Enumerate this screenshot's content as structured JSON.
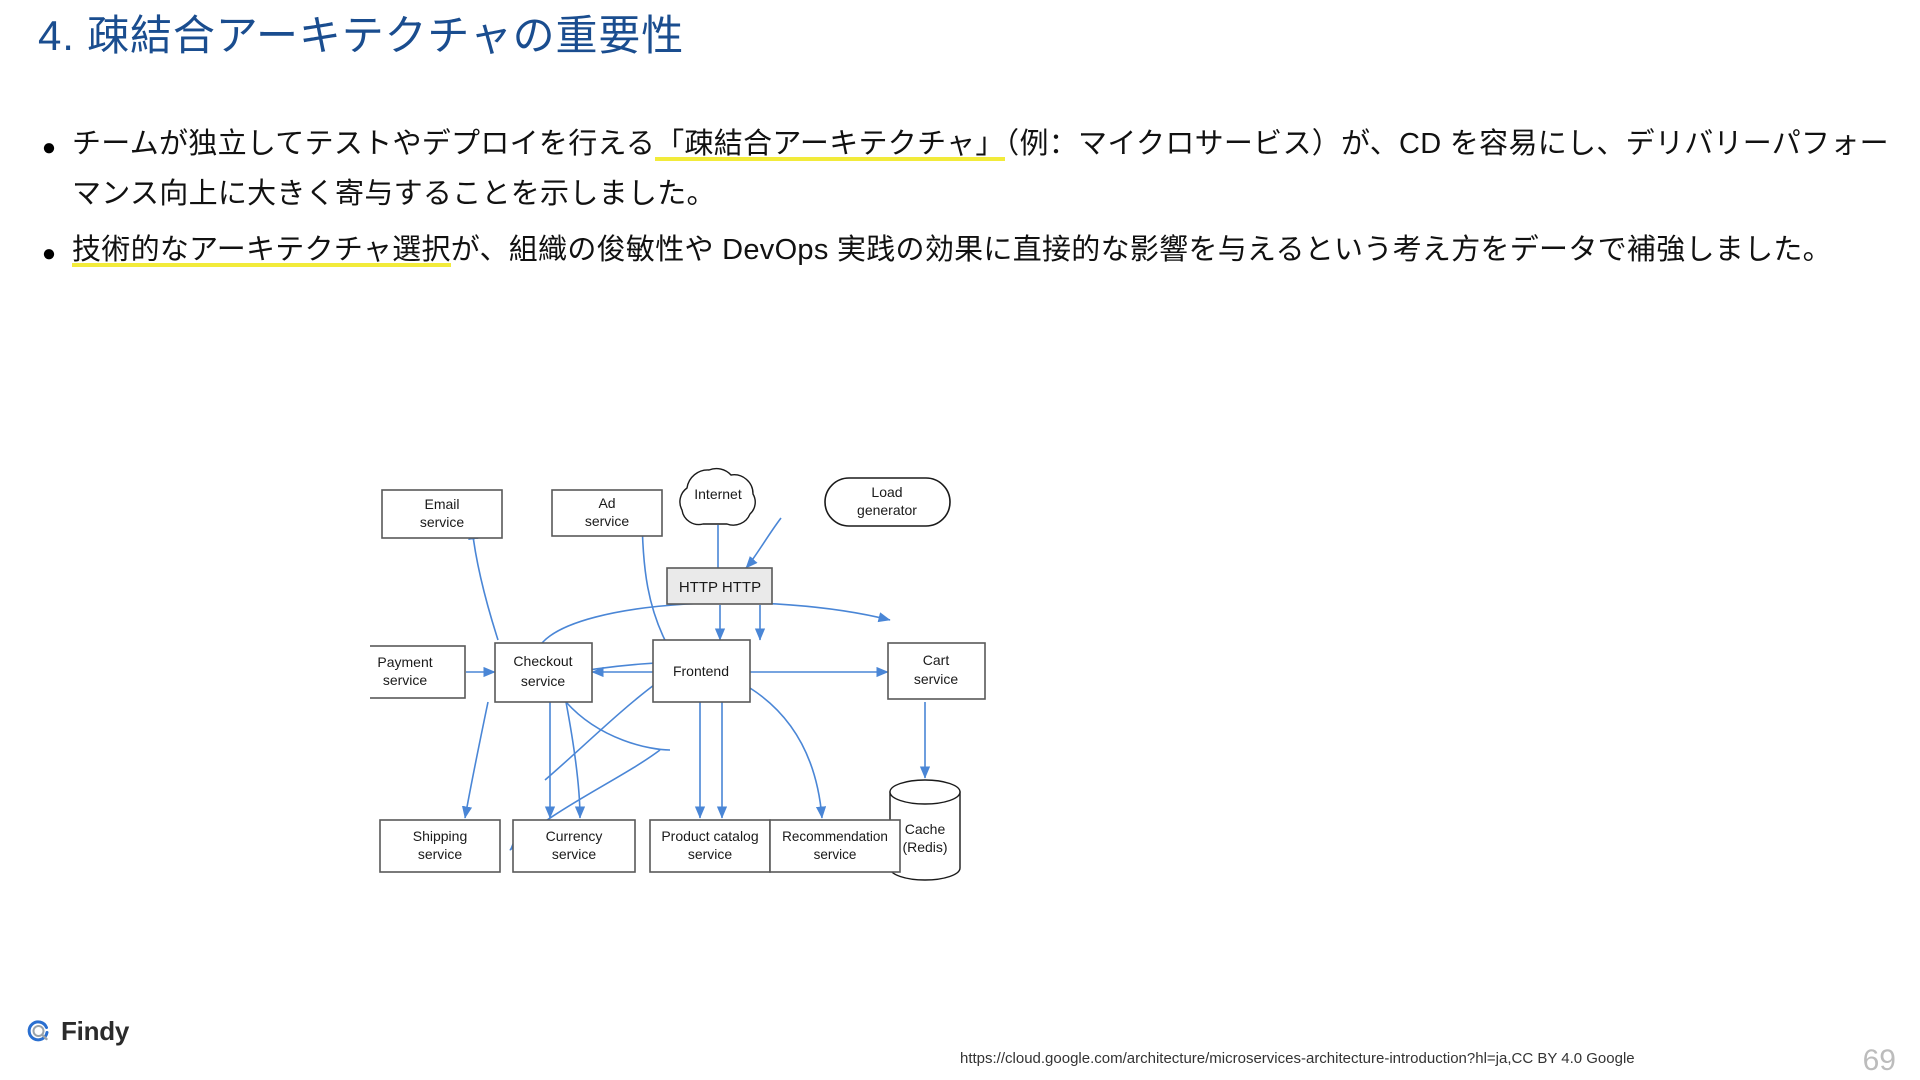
{
  "slide": {
    "title": "4. 疎結合アーキテクチャの重要性",
    "title_color": "#1a4d8f",
    "page_number": "69",
    "highlight_color": "#f2eb3a"
  },
  "bullets": [
    {
      "marker": "●",
      "segments": [
        {
          "text": "チームが独立してテストやデプロイを行える",
          "highlight": false
        },
        {
          "text": "「疎結合アーキテクチャ」",
          "highlight": true
        },
        {
          "text": "（例：マイクロサービス）が、CD を容易にし、デリバリーパフォーマンス向上に大きく寄与することを示しました。",
          "highlight": false
        }
      ]
    },
    {
      "marker": "●",
      "segments": [
        {
          "text": "技術的なアーキテクチャ選択",
          "highlight": true
        },
        {
          "text": "が、組織の俊敏性や DevOps 実践の効果に直接的な影響を与えるという考え方をデータで補強しました。",
          "highlight": false
        }
      ]
    }
  ],
  "diagram": {
    "stroke_color": "#4a86d6",
    "box_border": "#595959",
    "http_fill": "#eaeaea",
    "nodes": [
      {
        "id": "email",
        "label_line1": "Email",
        "label_line2": "service",
        "shape": "rect"
      },
      {
        "id": "ad",
        "label_line1": "Ad",
        "label_line2": "service",
        "shape": "rect"
      },
      {
        "id": "internet",
        "label_line1": "Internet",
        "label_line2": "",
        "shape": "cloud"
      },
      {
        "id": "load-generator",
        "label_line1": "Load",
        "label_line2": "generator",
        "shape": "stadium"
      },
      {
        "id": "http",
        "label_line1": "HTTP   HTTP",
        "label_line2": "",
        "shape": "rect-filled"
      },
      {
        "id": "payment",
        "label_line1": "Payment",
        "label_line2": "service",
        "shape": "rect"
      },
      {
        "id": "checkout",
        "label_line1": "Checkout",
        "label_line2": "service",
        "shape": "rect"
      },
      {
        "id": "frontend",
        "label_line1": "Frontend",
        "label_line2": "",
        "shape": "rect"
      },
      {
        "id": "cart",
        "label_line1": "Cart",
        "label_line2": "service",
        "shape": "rect"
      },
      {
        "id": "cache",
        "label_line1": "Cache",
        "label_line2": "(Redis)",
        "shape": "cylinder"
      },
      {
        "id": "shipping",
        "label_line1": "Shipping",
        "label_line2": "service",
        "shape": "rect"
      },
      {
        "id": "currency",
        "label_line1": "Currency",
        "label_line2": "service",
        "shape": "rect"
      },
      {
        "id": "product-catalog",
        "label_line1": "Product catalog",
        "label_line2": "service",
        "shape": "rect"
      },
      {
        "id": "recommendation",
        "label_line1": "Recommendation",
        "label_line2": "service",
        "shape": "rect"
      }
    ]
  },
  "footer": {
    "logo_text": "Findy",
    "source_url": "https://cloud.google.com/architecture/microservices-architecture-introduction?hl=ja,CC BY 4.0 Google"
  }
}
